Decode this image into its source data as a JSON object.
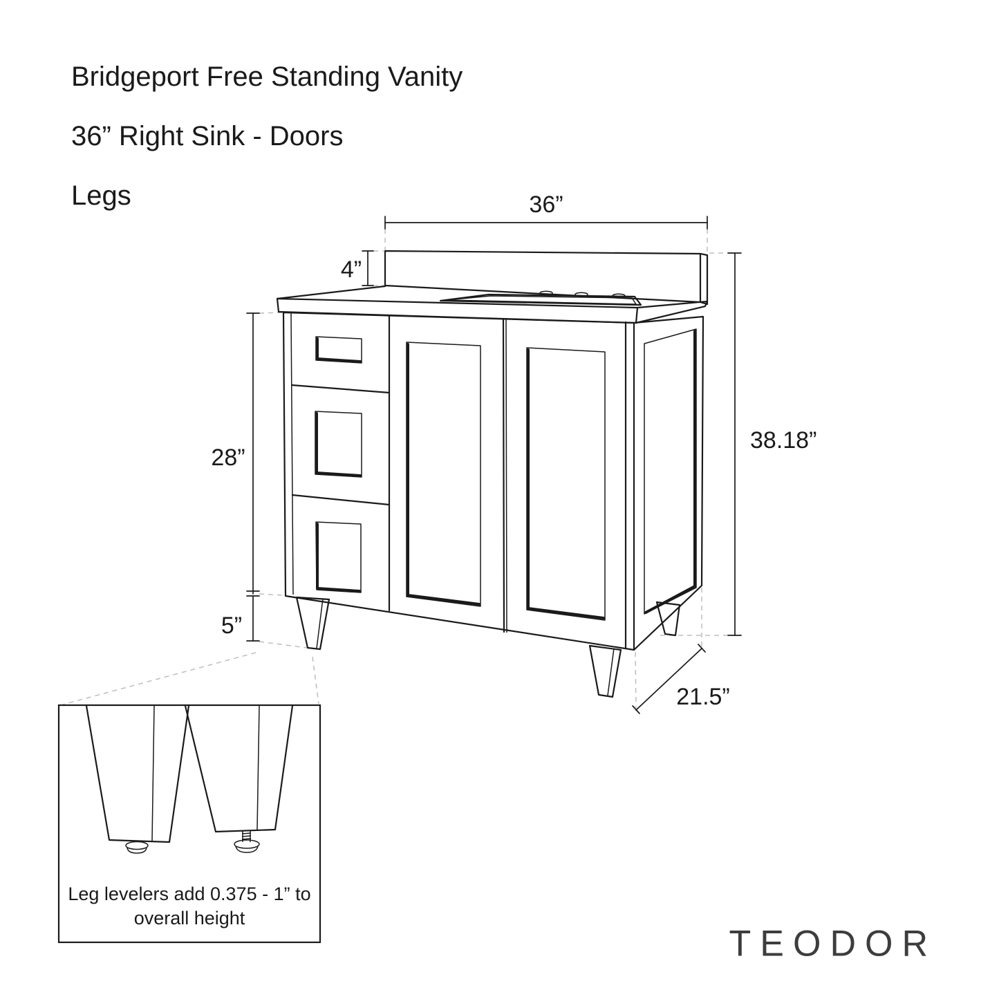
{
  "title": {
    "line1": "Bridgeport Free Standing Vanity",
    "line2": "36” Right Sink - Doors",
    "line3": "Legs"
  },
  "dimensions": {
    "width": "36”",
    "backsplash_height": "4”",
    "cabinet_height": "28”",
    "leg_height": "5”",
    "overall_height": "38.18”",
    "depth": "21.5”"
  },
  "inset": {
    "caption_line1": "Leg levelers add 0.375 - 1” to",
    "caption_line2": "overall height"
  },
  "brand": {
    "logo": "TEODOR"
  },
  "colors": {
    "line": "#1a1a1a",
    "dashed_guides": "#bdbdbd",
    "background": "#ffffff",
    "text": "#1a1a1a"
  }
}
